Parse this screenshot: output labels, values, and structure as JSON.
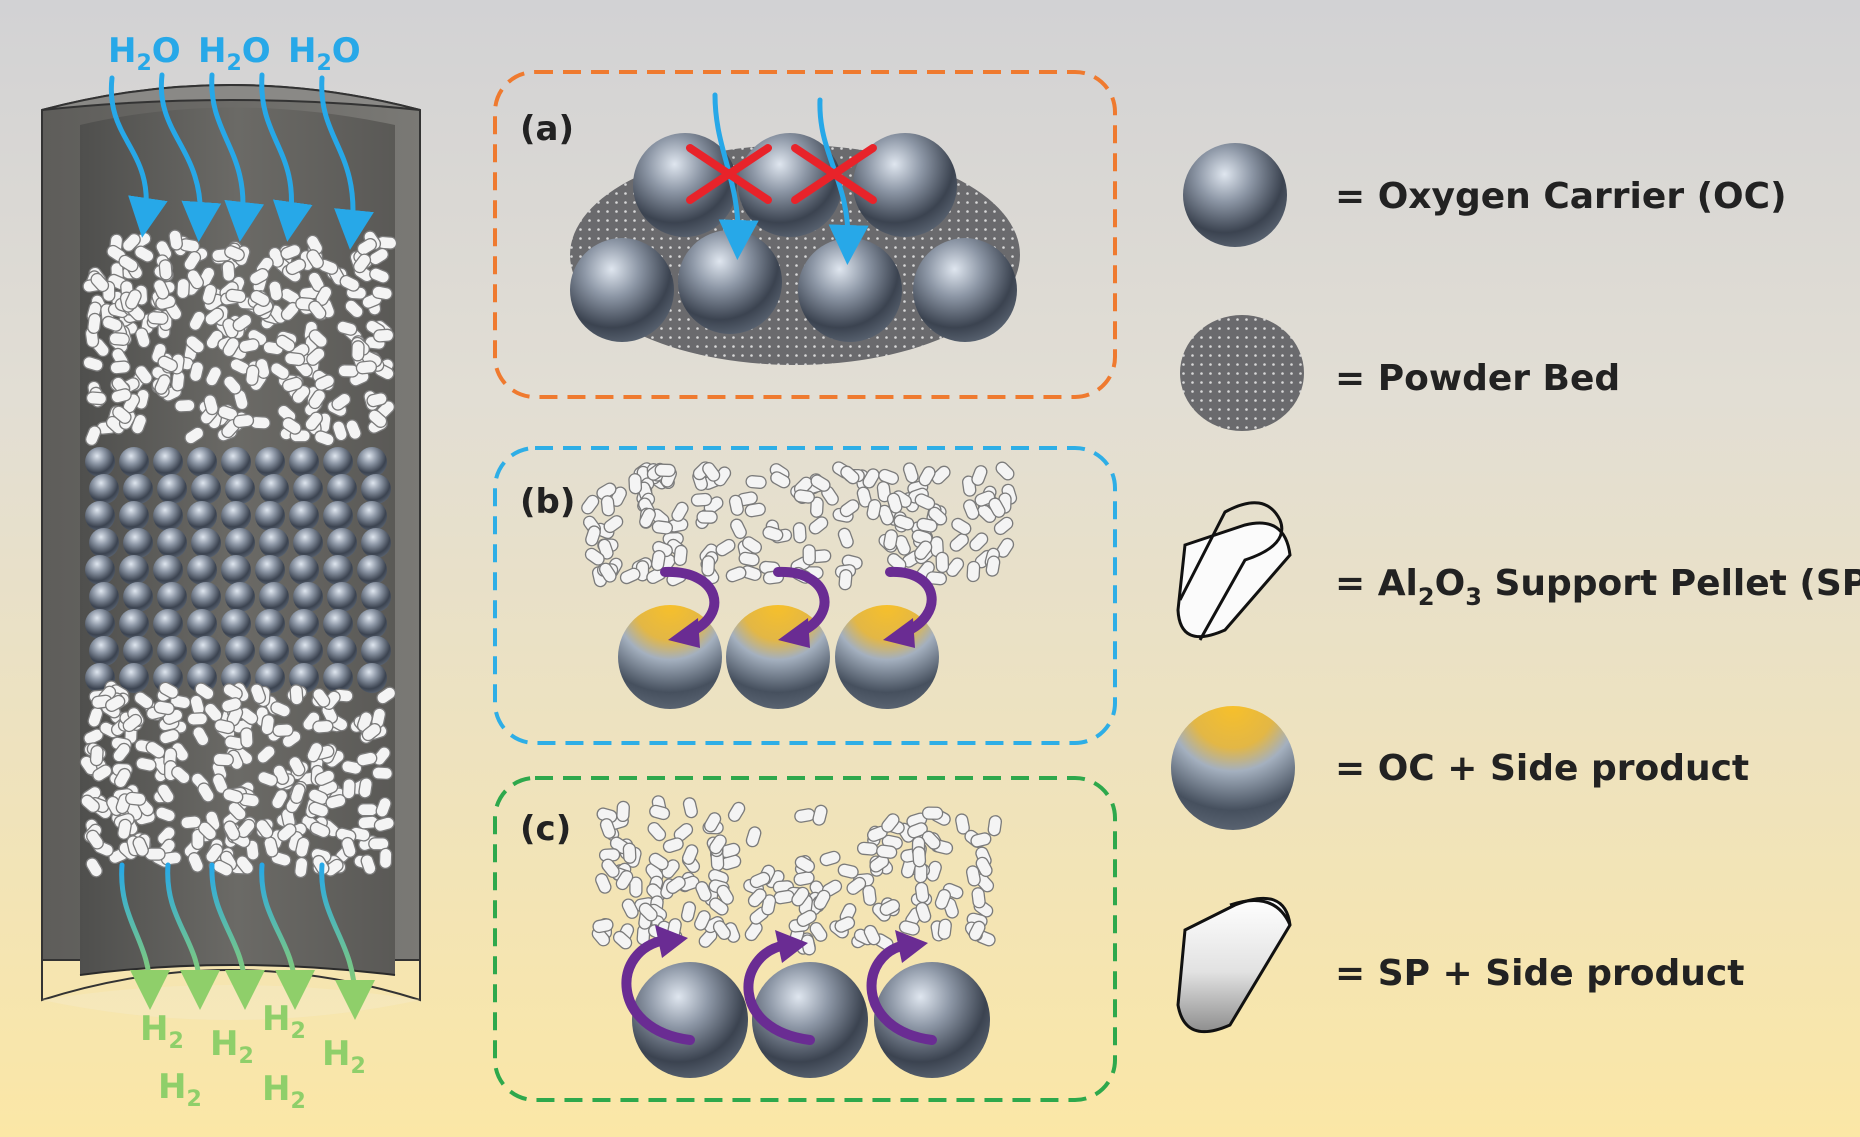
{
  "panels": [
    {
      "id": "a",
      "label": "(a)",
      "border_color": "#ef7a2f"
    },
    {
      "id": "b",
      "label": "(b)",
      "border_color": "#2eaee6"
    },
    {
      "id": "c",
      "label": "(c)",
      "border_color": "#2ea84c"
    }
  ],
  "inlet": {
    "formula": "H",
    "sub": "2",
    "suffix": "O"
  },
  "outlet": {
    "formula": "H",
    "sub": "2"
  },
  "legend": [
    {
      "id": "oc",
      "text": "= Oxygen Carrier (OC)"
    },
    {
      "id": "powder",
      "text": "= Powder Bed"
    },
    {
      "id": "sp",
      "pre": "= Al",
      "s1": "2",
      "mid": "O",
      "s2": "3",
      "post": " Support Pellet (SP)"
    },
    {
      "id": "ocsp",
      "text": "= OC + Side product"
    },
    {
      "id": "spsp",
      "text": "= SP + Side product"
    }
  ],
  "colors": {
    "background_top": "#d4d4d6",
    "background_bottom": "#fbe6a4",
    "water_arrow": "#27a8e8",
    "hydrogen_arrow": "#8fcf6a",
    "blocked_cross": "#e8232a",
    "migration_arrow": "#6a2c93",
    "side_product": "#f0b020"
  }
}
